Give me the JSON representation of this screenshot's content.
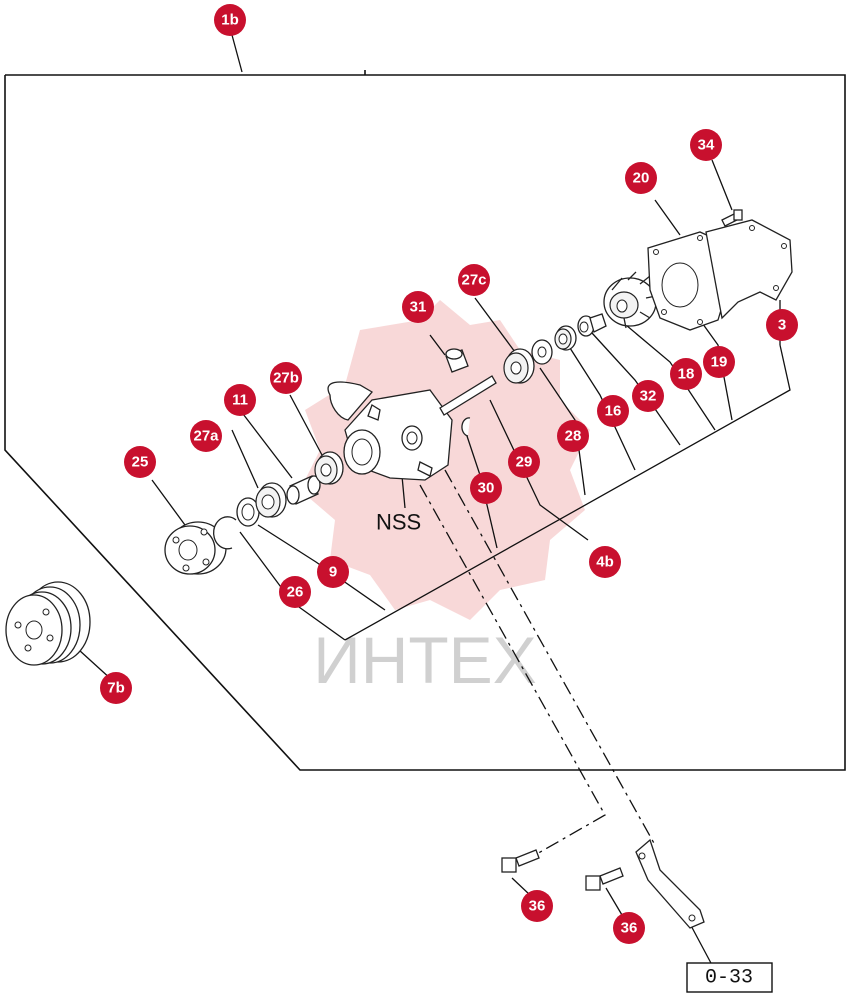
{
  "diagram": {
    "callouts": [
      "1b",
      "34",
      "20",
      "27c",
      "31",
      "3",
      "18",
      "19",
      "32",
      "16",
      "27b",
      "11",
      "28",
      "27a",
      "29",
      "25",
      "30",
      "4b",
      "9",
      "26",
      "7b",
      "36",
      "36"
    ],
    "nss_label": "NSS",
    "page_ref": "0-33",
    "watermark": "ИНТЕХ",
    "colors": {
      "callout": "#c8102e",
      "line": "#111111",
      "watermark": "#d0d0d0"
    }
  }
}
